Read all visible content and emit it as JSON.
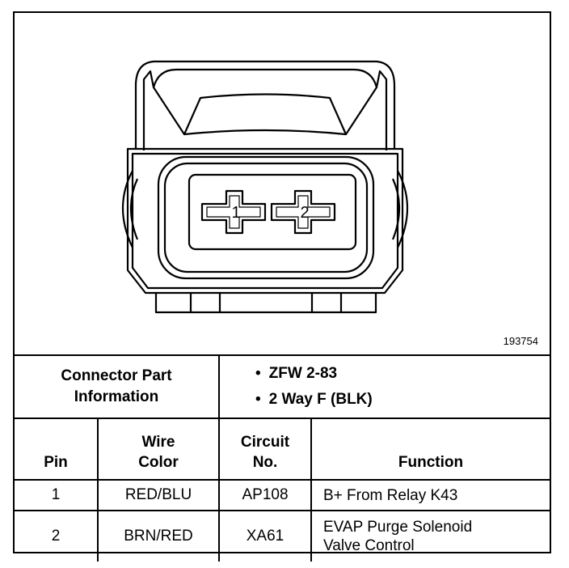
{
  "diagram": {
    "figure_id": "193754",
    "pins": [
      {
        "label": "1"
      },
      {
        "label": "2"
      }
    ]
  },
  "connector_info": {
    "label_line1": "Connector Part",
    "label_line2": "Information",
    "values": [
      "ZFW 2-83",
      "2 Way F (BLK)"
    ]
  },
  "pin_table": {
    "headers": {
      "pin": "Pin",
      "wire_color_1": "Wire",
      "wire_color_2": "Color",
      "circuit_1": "Circuit",
      "circuit_2": "No.",
      "function": "Function"
    },
    "rows": [
      {
        "pin": "1",
        "wire_color": "RED/BLU",
        "circuit": "AP108",
        "function_1": "B+ From Relay K43",
        "function_2": ""
      },
      {
        "pin": "2",
        "wire_color": "BRN/RED",
        "circuit": "XA61",
        "function_1": "EVAP Purge Solenoid",
        "function_2": "Valve Control"
      }
    ]
  }
}
